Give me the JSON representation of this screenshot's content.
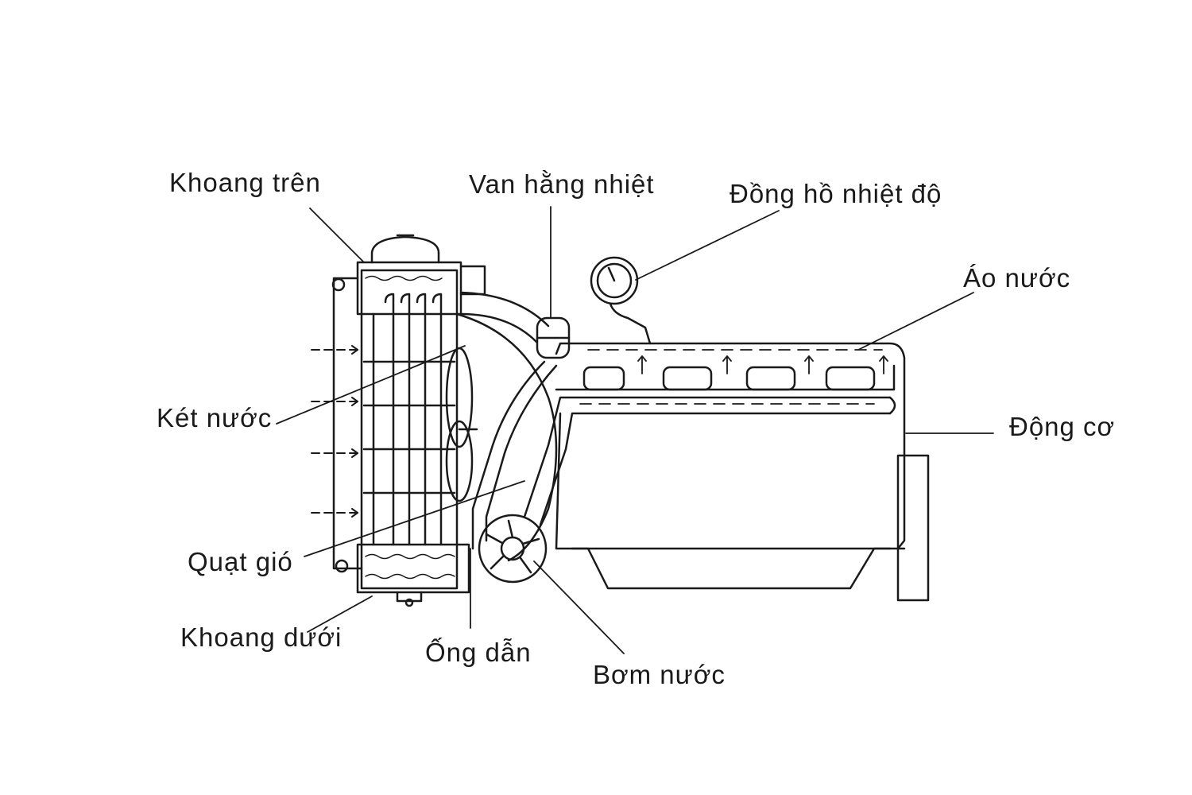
{
  "diagram": {
    "labels": {
      "khoang_tren": "Khoang trên",
      "van_hang_nhiet": "Van hằng nhiệt",
      "dong_ho_nhiet_do": "Đồng hồ nhiệt độ",
      "ao_nuoc": "Áo nước",
      "ket_nuoc": "Két nước",
      "dong_co": "Động cơ",
      "quat_gio": "Quạt gió",
      "khoang_duoi": "Khoang dưới",
      "ong_dan": "Ống dẫn",
      "bom_nuoc": "Bơm nước"
    },
    "line_color": "#1a1a1a",
    "background": "#ffffff"
  }
}
